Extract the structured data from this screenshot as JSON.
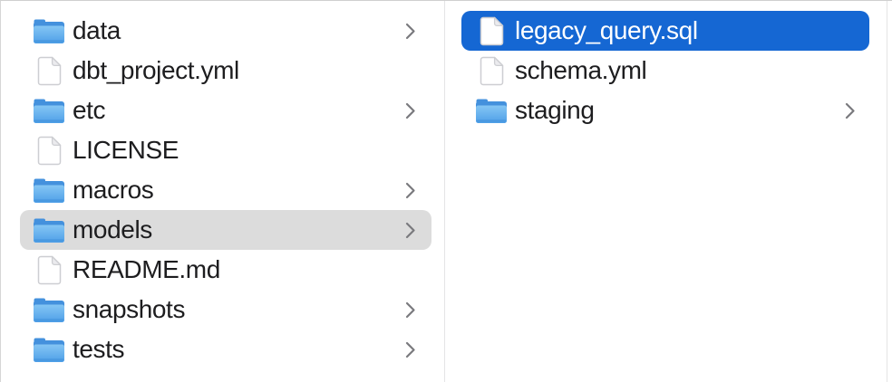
{
  "window": {
    "view": "finder-column-view"
  },
  "colors": {
    "selection-active": "#1567d3",
    "selection-inactive": "#dcdcdc",
    "text": "#1d1d1f",
    "chevron": "#7a7a7e",
    "divider": "#e4e4e5",
    "folder-back": "#4491dd",
    "folder-front-top": "#85c6f4",
    "folder-front-bottom": "#4e9fe8"
  },
  "icons": {
    "folder": "folder-icon",
    "file": "document-icon",
    "disclosure": "chevron-right-icon"
  },
  "columns": [
    {
      "name": "column-1",
      "items": [
        {
          "label": "data",
          "type": "folder",
          "chevron": true,
          "selected": null
        },
        {
          "label": "dbt_project.yml",
          "type": "file",
          "chevron": false,
          "selected": null
        },
        {
          "label": "etc",
          "type": "folder",
          "chevron": true,
          "selected": null
        },
        {
          "label": "LICENSE",
          "type": "file",
          "chevron": false,
          "selected": null
        },
        {
          "label": "macros",
          "type": "folder",
          "chevron": true,
          "selected": null
        },
        {
          "label": "models",
          "type": "folder",
          "chevron": true,
          "selected": "inactive"
        },
        {
          "label": "README.md",
          "type": "file",
          "chevron": false,
          "selected": null
        },
        {
          "label": "snapshots",
          "type": "folder",
          "chevron": true,
          "selected": null
        },
        {
          "label": "tests",
          "type": "folder",
          "chevron": true,
          "selected": null
        }
      ]
    },
    {
      "name": "column-2",
      "items": [
        {
          "label": "legacy_query.sql",
          "type": "file",
          "chevron": false,
          "selected": "active"
        },
        {
          "label": "schema.yml",
          "type": "file",
          "chevron": false,
          "selected": null
        },
        {
          "label": "staging",
          "type": "folder",
          "chevron": true,
          "selected": null
        }
      ]
    }
  ]
}
